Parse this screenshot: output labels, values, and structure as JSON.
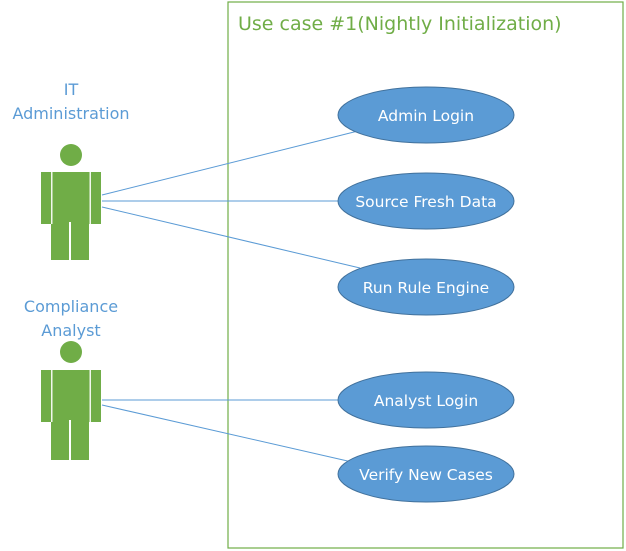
{
  "system": {
    "title": "Use case #1(Nightly Initialization)"
  },
  "actors": [
    {
      "id": "it",
      "label_lines": [
        "IT",
        "Administration"
      ]
    },
    {
      "id": "ca",
      "label_lines": [
        "Compliance",
        "Analyst"
      ]
    }
  ],
  "use_cases": [
    {
      "id": "admin-login",
      "label": "Admin Login"
    },
    {
      "id": "source-fresh-data",
      "label": "Source Fresh Data"
    },
    {
      "id": "run-rule-engine",
      "label": "Run Rule Engine"
    },
    {
      "id": "analyst-login",
      "label": "Analyst Login"
    },
    {
      "id": "verify-new-cases",
      "label": "Verify New Cases"
    }
  ],
  "associations": [
    {
      "actor": "it",
      "use_case": "admin-login"
    },
    {
      "actor": "it",
      "use_case": "source-fresh-data"
    },
    {
      "actor": "it",
      "use_case": "run-rule-engine"
    },
    {
      "actor": "ca",
      "use_case": "analyst-login"
    },
    {
      "actor": "ca",
      "use_case": "verify-new-cases"
    }
  ],
  "colors": {
    "actor_fill": "#70ad47",
    "use_case_fill": "#5b9bd5",
    "use_case_stroke": "#41719c",
    "line": "#5b9bd5",
    "system_border": "#70ad47",
    "system_title": "#70ad47",
    "actor_label": "#5b9bd5",
    "use_case_text": "#ffffff"
  }
}
